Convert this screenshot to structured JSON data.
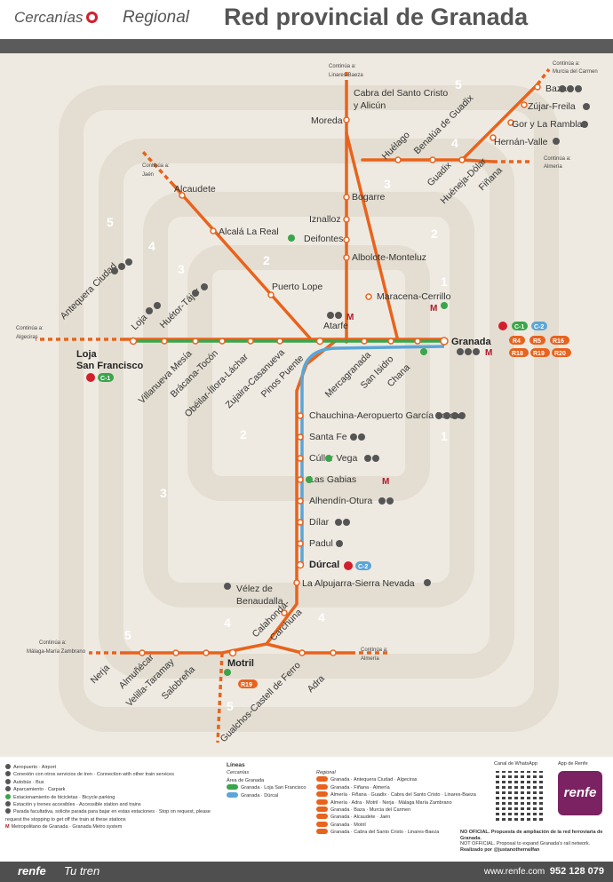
{
  "header": {
    "brand_cercanias": "Cercanías",
    "brand_regional": "Regional",
    "title": "Red provincial de Granada"
  },
  "colors": {
    "regional": "#e8631d",
    "c1": "#3aa54a",
    "c2": "#5aa6d8",
    "metro": "#b0182a",
    "renfe": "#7b2262"
  },
  "continuations": [
    {
      "id": "linares",
      "prefix": "Continúa a:",
      "text": "Linares-Baeza"
    },
    {
      "id": "murcia",
      "prefix": "Continúa a:",
      "text": "Murcia del Carmen"
    },
    {
      "id": "almeria-n",
      "prefix": "Continúa a:",
      "text": "Almería"
    },
    {
      "id": "jaen",
      "prefix": "Continúa a:",
      "text": "Jaén"
    },
    {
      "id": "algeciras",
      "prefix": "Continúa a:",
      "text": "Algeciras"
    },
    {
      "id": "malaga",
      "prefix": "Continúa a:",
      "text": "Málaga-María Zambrano"
    },
    {
      "id": "almeria-s",
      "prefix": "Continúa a:",
      "text": "Almería"
    }
  ],
  "zones": [
    "5",
    "4",
    "3",
    "2",
    "1",
    "5",
    "4",
    "3",
    "2",
    "1",
    "2",
    "3",
    "4",
    "5",
    "4",
    "5"
  ],
  "stations": {
    "cabra": "Cabra del Santo Cristo",
    "alicun": "y Alicún",
    "moreda": "Moreda",
    "huelago": "Huélago",
    "benalua": "Benalúa de Guadix",
    "guadix": "Guadix",
    "baza": "Baza",
    "zujar": "Zújar-Freila",
    "gor": "Gor y La Rambla",
    "hernan": "Hernán-Valle",
    "hueneja": "Huéneja-Dólar",
    "finana": "Fiñana",
    "bogarre": "Bogarre",
    "iznalloz": "Iznalloz",
    "deifontes": "Deifontes",
    "albolote": "Albolote-Monteluz",
    "maracena": "Maracena-Cerrillo",
    "alcaudete": "Alcaudete",
    "alcala": "Alcalá La Real",
    "puerto_lope": "Puerto Lope",
    "atarfe": "Atarfe",
    "granada": "Granada",
    "antequera": "Antequera Ciudad",
    "loja_n": "Loja",
    "huetor": "Huétor-Tájar",
    "loja_sf1": "Loja",
    "loja_sf2": "San Francisco",
    "villanueva": "Villanueva Mesía",
    "bracana": "Brácana-Tocón",
    "obeilar": "Obéilar-Íllora-Láchar",
    "zujaira": "Zujaira-Casanueva",
    "pinos": "Pinos Puente",
    "mercagranada": "Mercagranada",
    "san_isidro": "San Isidro",
    "chana": "Chana",
    "chauchina": "Chauchina-Aeropuerto García Lorca",
    "santa_fe": "Santa Fe",
    "cullar": "Cúllar Vega",
    "gabias": "Las Gabias",
    "alhendin": "Alhendín-Otura",
    "dilar": "Dílar",
    "padul": "Padul",
    "durcal": "Dúrcal",
    "alpujarra": "La Alpujarra-Sierra Nevada",
    "velez1": "Vélez de",
    "velez2": "Benaudalla",
    "calahonda1": "Calahonda-",
    "calahonda2": "Carchuna",
    "motril": "Motril",
    "nerja": "Nerja",
    "almunecar": "Almuñécar",
    "velilla": "Velilla-Taramay",
    "salobrena": "Salobreña",
    "gualchos": "Gualchos-Castell de Ferro",
    "adra": "Adra"
  },
  "granada_lines": [
    "C-1",
    "C-2",
    "R4",
    "R5",
    "R16",
    "R18",
    "R19",
    "R20"
  ],
  "loja_lines": [
    "C-1"
  ],
  "durcal_lines": [
    "C-2"
  ],
  "motril_lines": [
    "R19"
  ],
  "legend": {
    "aeropuerto": "Aeropuerto · Airport",
    "conexion": "Conexión con otros servicios de tren · Connection with other train services",
    "autobus": "Autobús · Bus",
    "aparcamiento": "Aparcamiento · Carpark",
    "bicicletas": "Estacionamiento de bicicletas · Bicycle parking",
    "accesibles": "Estación y trenes accesibles · Accessible station and trains",
    "parada": "Parada facultativa, solicite parada para bajar en estas estaciones · Stop on request, please request the stopping to get off the train at these stations",
    "metro": "Metropolitano de Granada · Granada Metro system",
    "lineas_title": "Líneas",
    "cercanias_sub": "Cercanías",
    "area": "Área de Granada",
    "c1_line": "Granada · Loja San Francisco",
    "c2_line": "Granada · Dúrcal",
    "regional_title": "Regional",
    "r_lines": [
      "Granada · Antequera Ciudad · Algeciras",
      "Granada · Fiñana · Almería",
      "Almería · Fiñana · Guadix · Cabra del Santo Cristo · Linares-Baeza",
      "Almería · Adra · Motril · Nerja · Málaga María Zambrano",
      "Granada · Baza · Murcia del Carmen",
      "Granada · Alcaudete · Jaén",
      "Granada · Motril",
      "Granada · Cabra del Santo Cristo · Linares-Baeza"
    ],
    "whatsapp": "Canal de WhatsApp",
    "app": "App de Renfe",
    "renfe_logo": "renfe",
    "nota1": "NO OFICIAL. Propuesta de ampliación de la red ferroviaria de Granada.",
    "nota2": "NOT OFFICIAL. Proposal to expand Granada's rail network.",
    "nota3": "Realizado por @justanotherrailfan"
  },
  "footer": {
    "brand": "renfe",
    "tagline": "Tu tren",
    "web": "www.renfe.com",
    "phone": "952 128 079"
  }
}
